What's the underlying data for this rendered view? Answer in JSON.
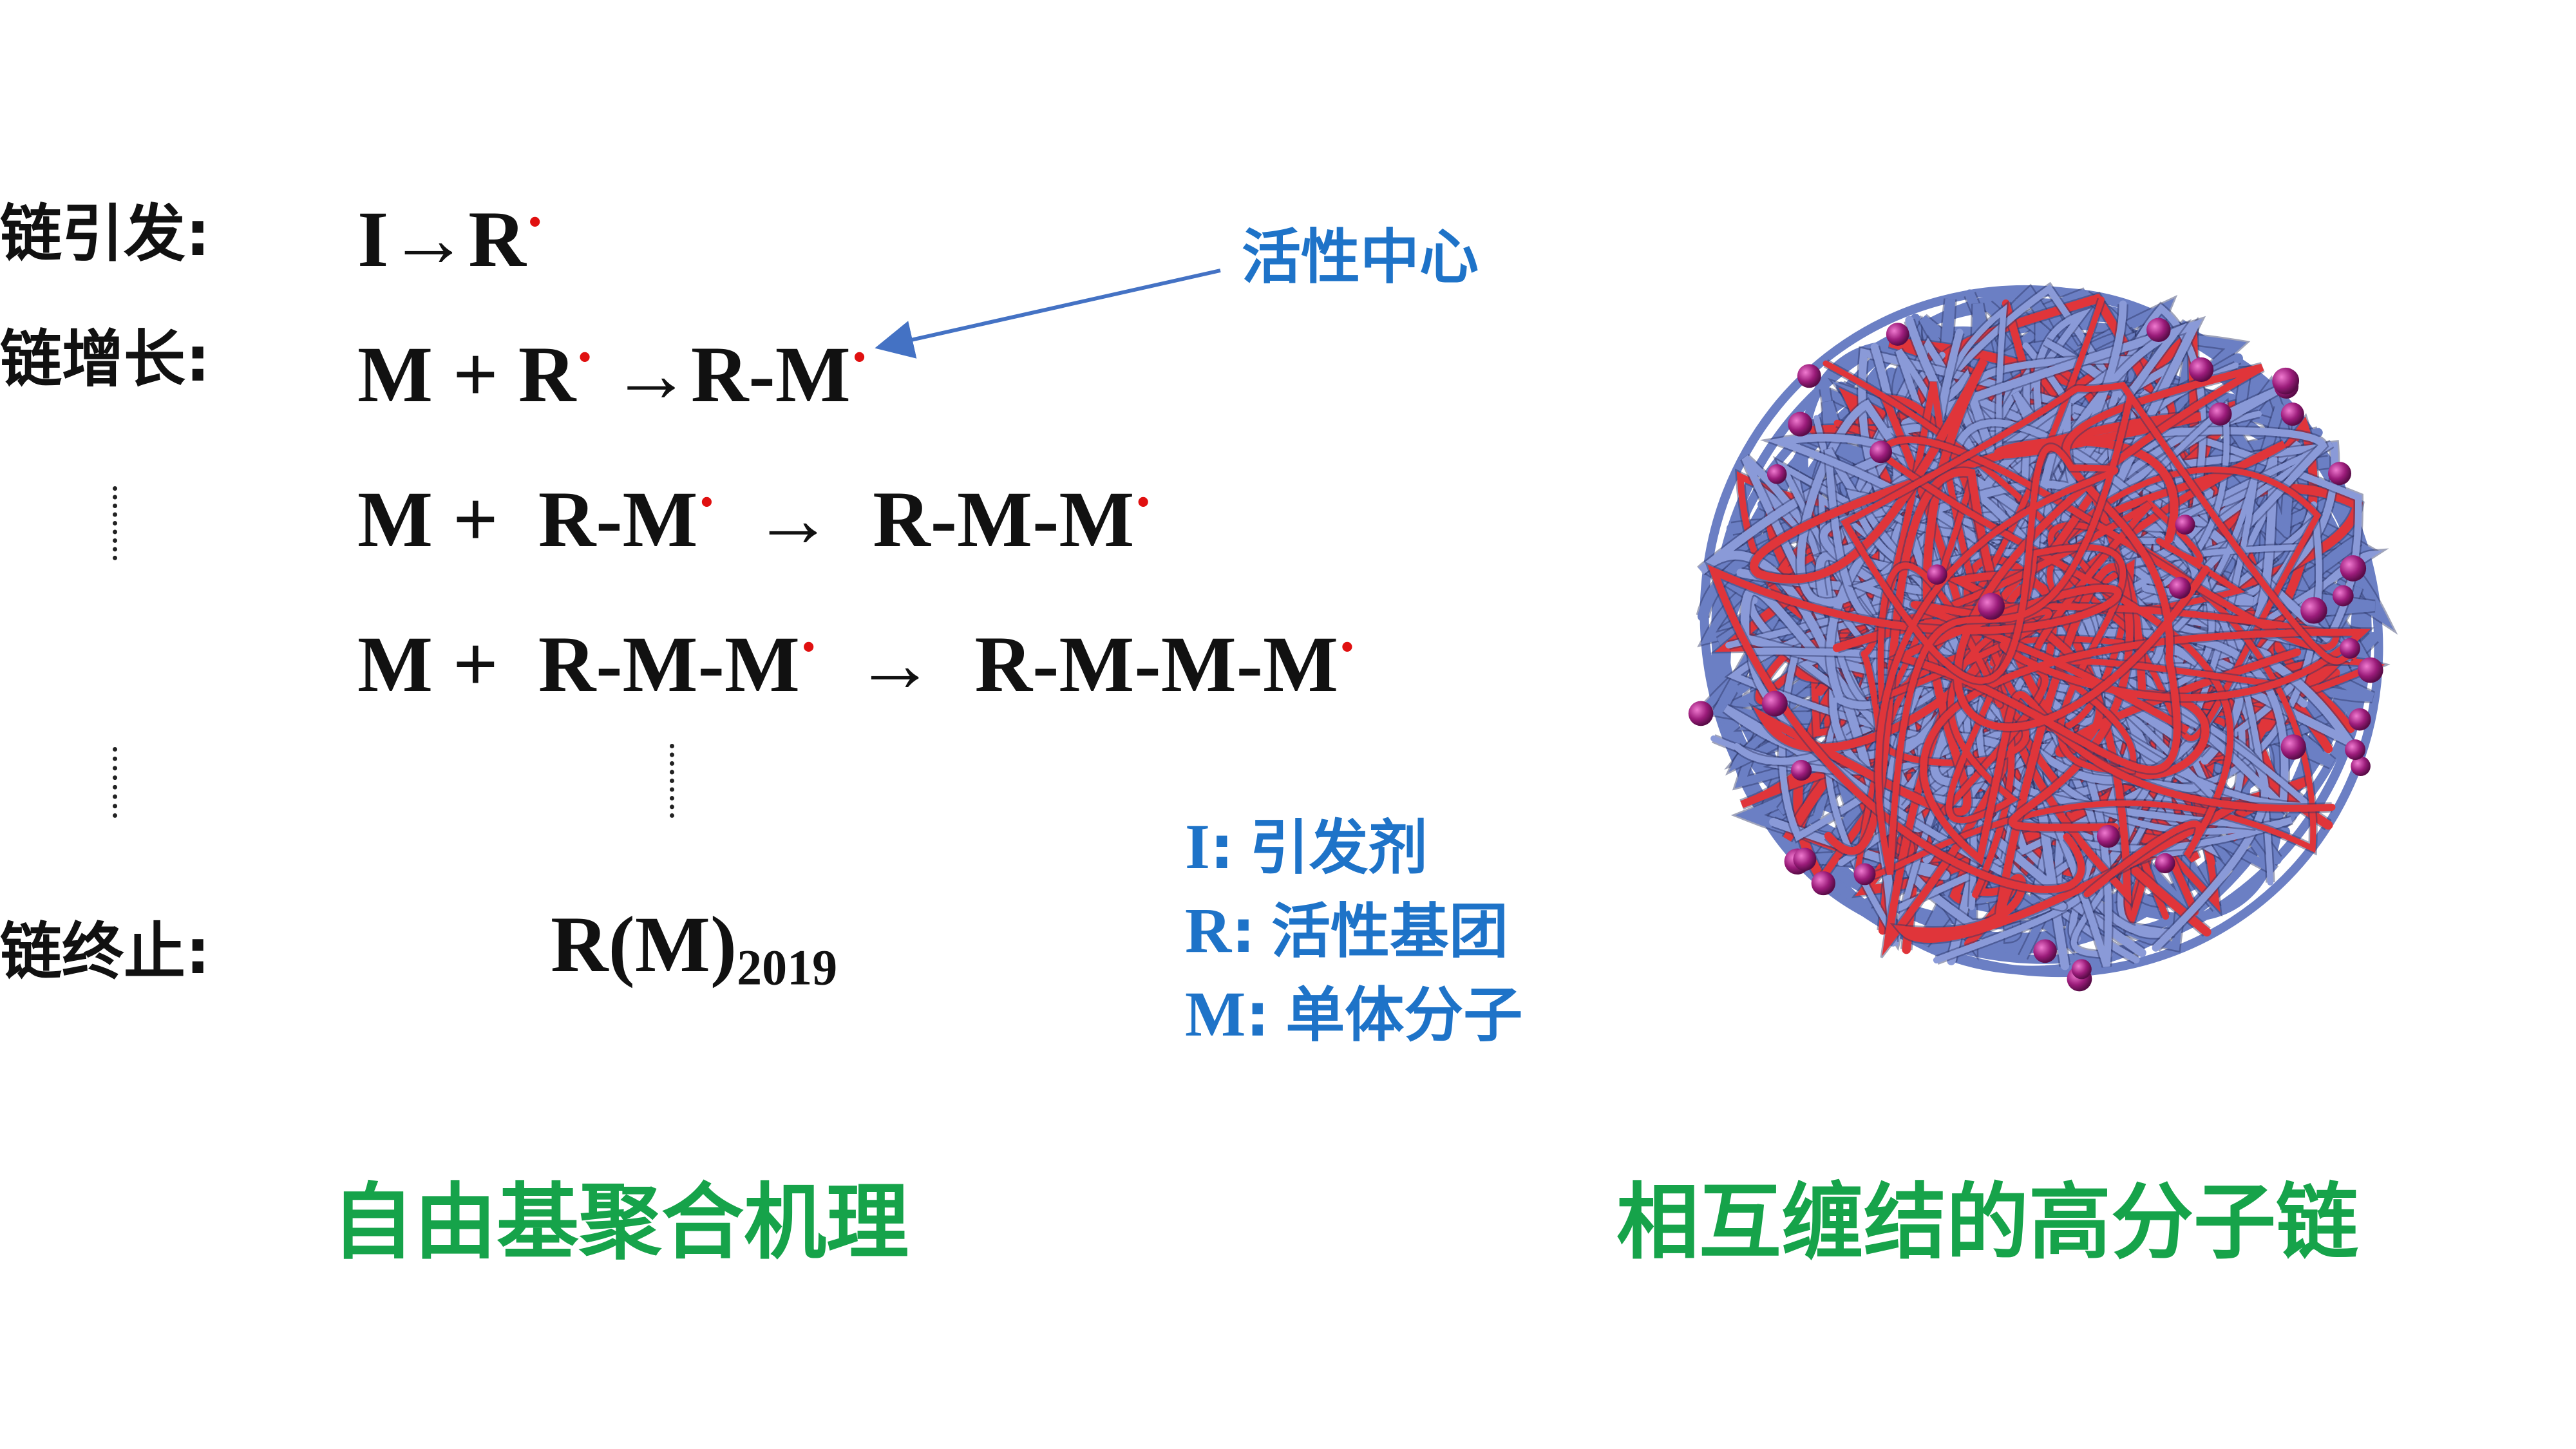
{
  "steps": {
    "initiation_label": "链引发:",
    "propagation_label": "链增长:",
    "termination_label": "链终止:"
  },
  "equations": {
    "eq1": {
      "lhs": "I→R",
      "rhs": ""
    },
    "eq2": {
      "lhs": "M + R",
      "arrow": "→",
      "rhs": "R-M"
    },
    "eq3": {
      "lhs": "M +  R-M",
      "arrow": "→",
      "rhs": "R-M-M"
    },
    "eq4": {
      "lhs": "M +  R-M-M",
      "arrow": "→",
      "rhs": "R-M-M-M"
    },
    "terminal": {
      "base": "R(M)",
      "subscript": "2019"
    }
  },
  "annotation": {
    "active_center": "活性中心"
  },
  "legend": [
    {
      "symbol": "I",
      "separator": ":",
      "meaning": "引发剂"
    },
    {
      "symbol": "R",
      "separator": ":",
      "meaning": "活性基团"
    },
    {
      "symbol": "M",
      "separator": ":",
      "meaning": "单体分子"
    }
  ],
  "captions": {
    "left": "自由基聚合机理",
    "right": "相互缠结的高分子链"
  },
  "colors": {
    "radical_dot": "#e01010",
    "annotation_blue": "#1e73c8",
    "caption_green": "#16a34a",
    "polymer_blue": "#6b7fc4",
    "polymer_red": "#e0353a",
    "bead_purple": "#9b1c7a"
  }
}
